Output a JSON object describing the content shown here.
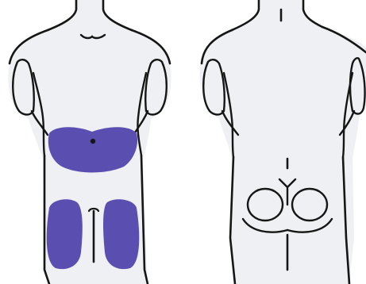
{
  "colors": {
    "background": "#ffffff",
    "body_fill": "#eef0f3",
    "outline": "#161616",
    "injection_site": "#5a4fb0"
  },
  "figures": [
    {
      "view": "front",
      "highlighted_regions": [
        "abdomen",
        "left-thigh",
        "right-thigh"
      ],
      "features": [
        "neck",
        "collarbone",
        "arms",
        "navel",
        "legs"
      ]
    },
    {
      "view": "back",
      "highlighted_regions": [],
      "features": [
        "neck",
        "spine-line",
        "arms",
        "buttocks",
        "buttock-ovals",
        "legs"
      ]
    }
  ]
}
